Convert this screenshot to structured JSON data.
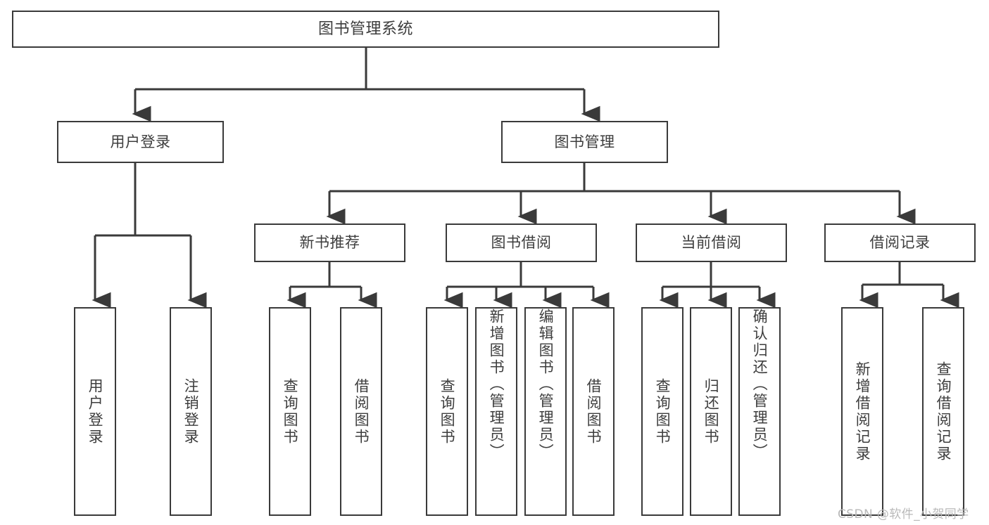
{
  "diagram": {
    "title": "图书管理系统",
    "type": "tree-hierarchy",
    "root": {
      "label": "图书管理系统"
    },
    "level2": [
      {
        "label": "用户登录"
      },
      {
        "label": "图书管理"
      }
    ],
    "level3": [
      {
        "label": "新书推荐"
      },
      {
        "label": "图书借阅"
      },
      {
        "label": "当前借阅"
      },
      {
        "label": "借阅记录"
      }
    ],
    "leaves": {
      "user_login": [
        {
          "label": "用户登录"
        },
        {
          "label": "注销登录"
        }
      ],
      "new_book_recommend": [
        {
          "label": "查询图书"
        },
        {
          "label": "借阅图书"
        }
      ],
      "book_borrow": [
        {
          "label": "查询图书"
        },
        {
          "label": "新增图书（管理员）"
        },
        {
          "label": "编辑图书（管理员）"
        },
        {
          "label": "借阅图书"
        }
      ],
      "current_borrow": [
        {
          "label": "查询图书"
        },
        {
          "label": "归还图书"
        },
        {
          "label": "确认归还（管理员）"
        }
      ],
      "borrow_record": [
        {
          "label": "新增借阅记录"
        },
        {
          "label": "查询借阅记录"
        }
      ]
    }
  },
  "watermark": {
    "text": "CSDN @软件_小贺同学"
  },
  "colors": {
    "stroke": "#3a3a3a",
    "text": "#3d3d3d",
    "background": "#ffffff",
    "watermark": "#b9b9b9"
  }
}
